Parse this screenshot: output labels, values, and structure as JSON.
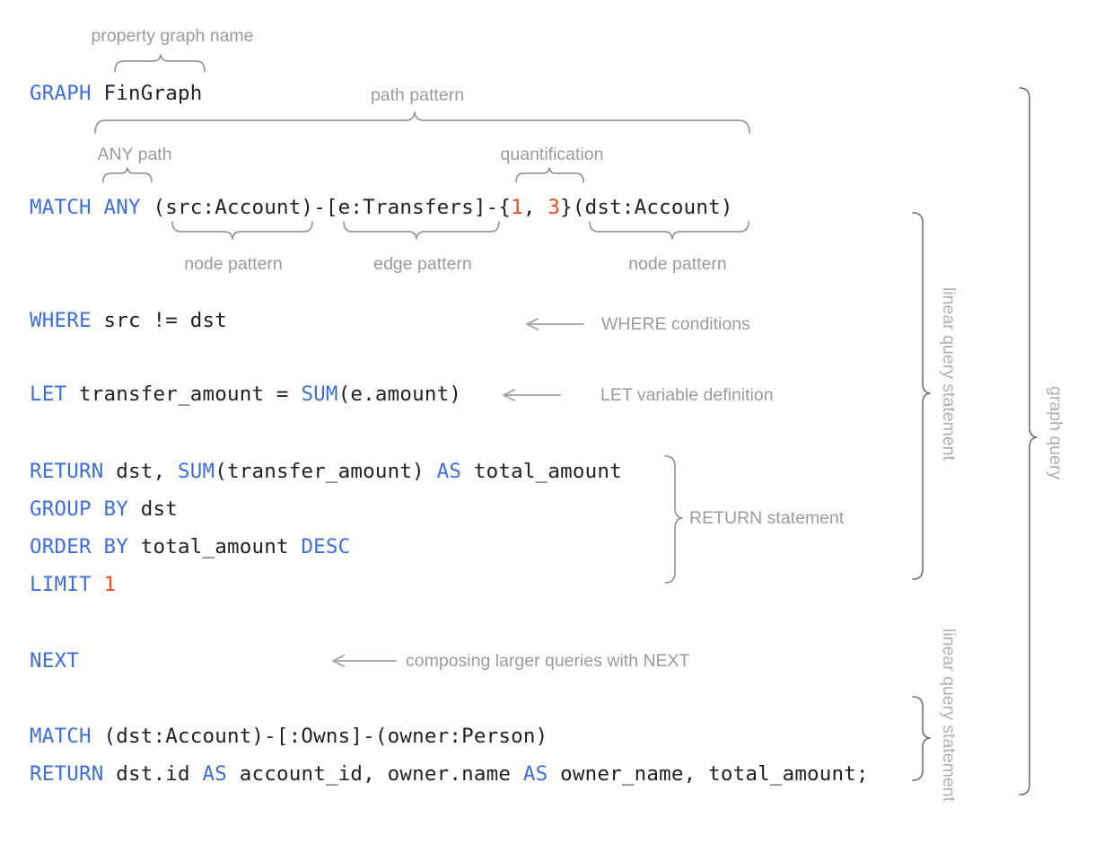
{
  "theme": {
    "background": "#ffffff",
    "keyword_color": "#3d6ee0",
    "number_color": "#ea4a21",
    "text_color": "#202124",
    "annotation_color": "#9b9b9b",
    "brace_color": "#7a7a7a"
  },
  "code": {
    "lines": [
      {
        "id": "graph-line",
        "tokens": [
          {
            "t": "GRAPH",
            "c": "kw"
          },
          {
            "t": " FinGraph",
            "c": "pln"
          }
        ]
      },
      {
        "id": "match-line",
        "tokens": [
          {
            "t": "MATCH",
            "c": "kw"
          },
          {
            "t": " ",
            "c": "pln"
          },
          {
            "t": "ANY",
            "c": "kw"
          },
          {
            "t": " (src:Account)-[e:Transfers]-{",
            "c": "pln"
          },
          {
            "t": "1",
            "c": "num"
          },
          {
            "t": ", ",
            "c": "pln"
          },
          {
            "t": "3",
            "c": "num"
          },
          {
            "t": "}(dst:Account)",
            "c": "pln"
          }
        ]
      },
      {
        "id": "where-line",
        "tokens": [
          {
            "t": "WHERE",
            "c": "kw"
          },
          {
            "t": " src != dst",
            "c": "pln"
          }
        ]
      },
      {
        "id": "let-line",
        "tokens": [
          {
            "t": "LET",
            "c": "kw"
          },
          {
            "t": " transfer_amount = ",
            "c": "pln"
          },
          {
            "t": "SUM",
            "c": "kw"
          },
          {
            "t": "(e.amount)",
            "c": "pln"
          }
        ]
      },
      {
        "id": "return-line",
        "tokens": [
          {
            "t": "RETURN",
            "c": "kw"
          },
          {
            "t": " dst, ",
            "c": "pln"
          },
          {
            "t": "SUM",
            "c": "kw"
          },
          {
            "t": "(transfer_amount) ",
            "c": "pln"
          },
          {
            "t": "AS",
            "c": "kw"
          },
          {
            "t": " total_amount",
            "c": "pln"
          }
        ]
      },
      {
        "id": "group-line",
        "tokens": [
          {
            "t": "GROUP BY",
            "c": "kw"
          },
          {
            "t": " dst",
            "c": "pln"
          }
        ]
      },
      {
        "id": "order-line",
        "tokens": [
          {
            "t": "ORDER BY",
            "c": "kw"
          },
          {
            "t": " total_amount ",
            "c": "pln"
          },
          {
            "t": "DESC",
            "c": "kw"
          }
        ]
      },
      {
        "id": "limit-line",
        "tokens": [
          {
            "t": "LIMIT",
            "c": "kw"
          },
          {
            "t": " ",
            "c": "pln"
          },
          {
            "t": "1",
            "c": "num"
          }
        ]
      },
      {
        "id": "next-line",
        "tokens": [
          {
            "t": "NEXT",
            "c": "kw"
          }
        ]
      },
      {
        "id": "match2-line",
        "tokens": [
          {
            "t": "MATCH",
            "c": "kw"
          },
          {
            "t": " (dst:Account)-[:Owns]-(owner:Person)",
            "c": "pln"
          }
        ]
      },
      {
        "id": "return2-line",
        "tokens": [
          {
            "t": "RETURN",
            "c": "kw"
          },
          {
            "t": " dst.id ",
            "c": "pln"
          },
          {
            "t": "AS",
            "c": "kw"
          },
          {
            "t": " account_id, owner.name ",
            "c": "pln"
          },
          {
            "t": "AS",
            "c": "kw"
          },
          {
            "t": " owner_name, total_amount;",
            "c": "pln"
          }
        ]
      }
    ]
  },
  "annotations": {
    "property_graph_name": "property graph name",
    "path_pattern": "path pattern",
    "any_path": "ANY path",
    "quantification": "quantification",
    "node_pattern_left": "node pattern",
    "edge_pattern": "edge pattern",
    "node_pattern_right": "node pattern",
    "where_conditions": "WHERE conditions",
    "let_variable_definition": "LET variable definition",
    "return_statement": "RETURN statement",
    "composing_next": "composing larger queries with NEXT",
    "linear_query_statement_top": "linear query statement",
    "linear_query_statement_bottom": "linear query statement",
    "graph_query": "graph query"
  }
}
